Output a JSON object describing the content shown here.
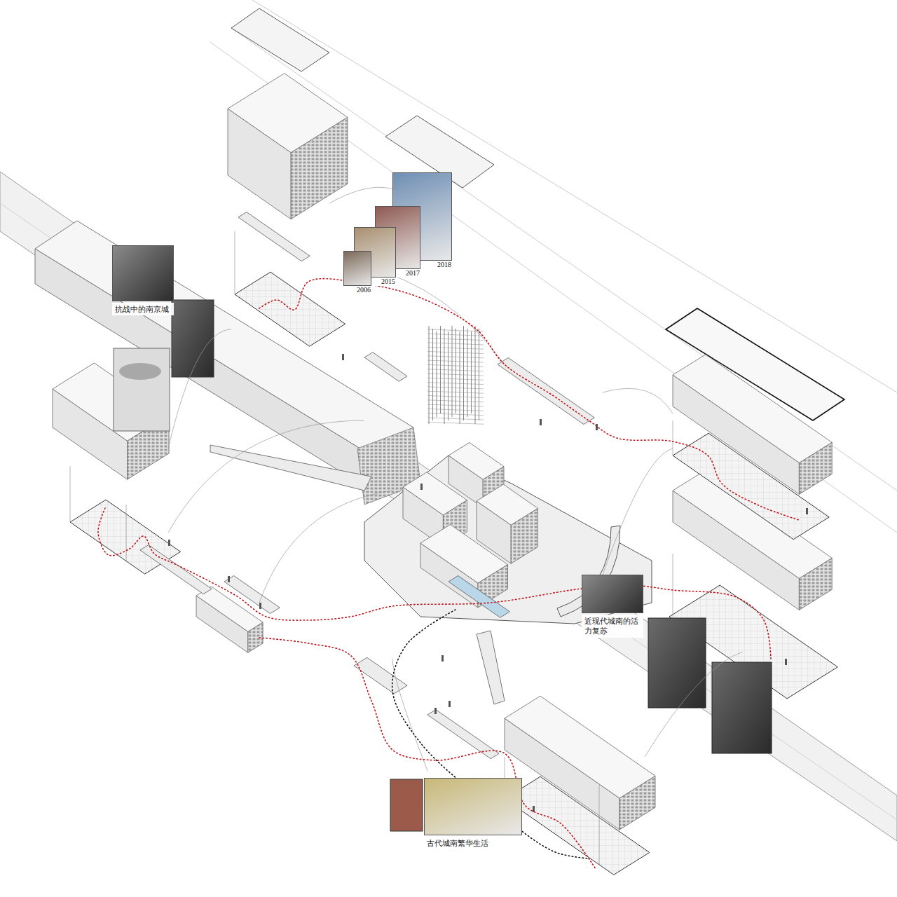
{
  "diagram": {
    "nodes": [
      {
        "text": [
          "抗战中的南京城"
        ]
      },
      {
        "text": [
          "2006"
        ]
      },
      {
        "text": [
          "2015"
        ]
      },
      {
        "text": [
          "2017"
        ]
      },
      {
        "text": [
          "2018"
        ]
      },
      {
        "text": [
          "近现代城南的活力复苏"
        ]
      },
      {
        "text": [
          "古代城南繁华生活"
        ]
      }
    ]
  }
}
